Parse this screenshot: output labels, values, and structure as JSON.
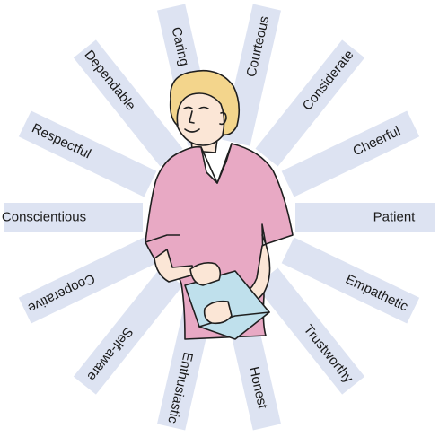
{
  "figure": {
    "traits": [
      {
        "label": "Conscientious"
      },
      {
        "label": "Respectful"
      },
      {
        "label": "Dependable"
      },
      {
        "label": "Caring"
      },
      {
        "label": "Courteous"
      },
      {
        "label": "Considerate"
      },
      {
        "label": "Cheerful"
      },
      {
        "label": "Patient"
      },
      {
        "label": "Empathetic"
      },
      {
        "label": "Trustworthy"
      },
      {
        "label": "Honest"
      },
      {
        "label": "Enthusiastic"
      },
      {
        "label": "Self-aware"
      },
      {
        "label": "Cooperative"
      }
    ],
    "colors": {
      "ray_fill": "#dde3f2",
      "shirt": "#e8a9c4",
      "hair": "#f3d58c",
      "skin": "#fbe6d6",
      "folder": "#bfe0ec",
      "label_text": "#1a1a1a"
    },
    "illustration": {
      "subject": "nurse-figure",
      "holding": "folder"
    }
  }
}
